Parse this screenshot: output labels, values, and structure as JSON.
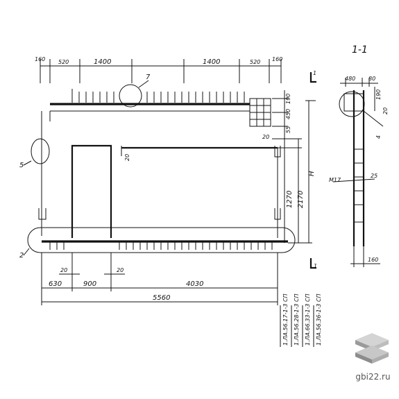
{
  "section_title": "1-1",
  "cut_mark": "1",
  "top_dims": [
    "160",
    "520",
    "1400",
    "1400",
    "520",
    "160"
  ],
  "right_dims": [
    "190",
    "450",
    "55",
    "20",
    "20",
    "1270",
    "2170"
  ],
  "height_label": "H",
  "bottom_dims": [
    "20",
    "20",
    "630",
    "900",
    "4030",
    "5560"
  ],
  "callouts": [
    "7",
    "5",
    "2"
  ],
  "section_dims": [
    "480",
    "80",
    "190",
    "20",
    "4",
    "25",
    "160"
  ],
  "section_label": "M17",
  "marks": [
    "1.ЛА.56.17-1-3 СП",
    "1.ЛА.56.28-1-3 СП",
    "1.ЛА.66.33-1-3 СП",
    "1.ЛА.56.36-1-3 СП"
  ],
  "watermark": "gbi22.ru",
  "colors": {
    "ink": "#111111",
    "watermark": "#555555"
  }
}
